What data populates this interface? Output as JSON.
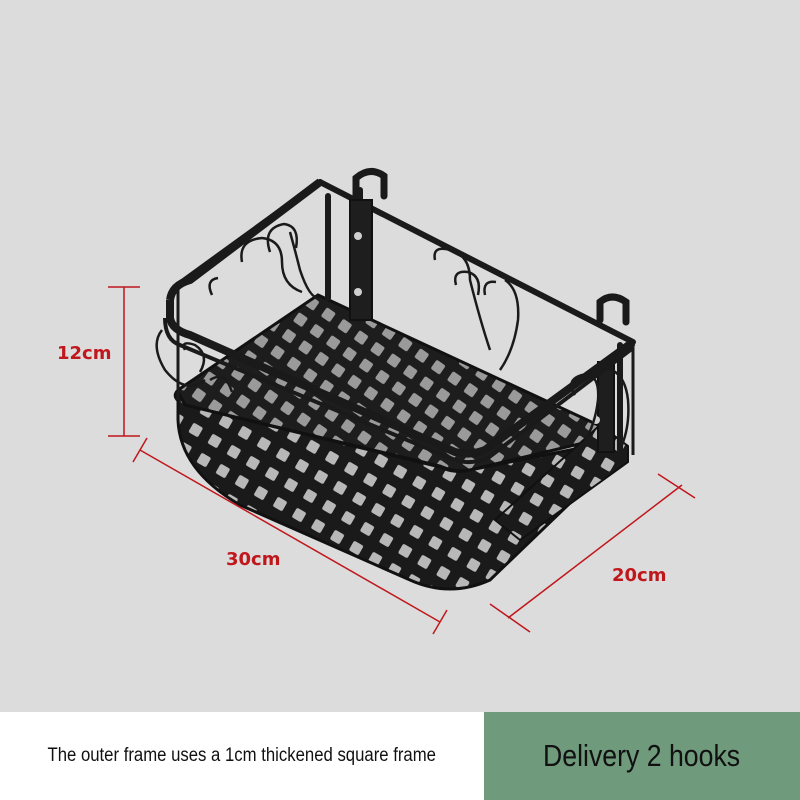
{
  "dimensions": {
    "height_label": "12cm",
    "length_label": "30cm",
    "depth_label": "20cm",
    "color": "#c0171c"
  },
  "product": {
    "name": "wall-mounted-iron-basket",
    "color": "#1a1a1a",
    "icon": "basket-illustration"
  },
  "captions": {
    "left_text": "The outer frame uses a 1cm thickened square frame",
    "right_text": "Delivery 2 hooks",
    "right_bg": "#6f9a7c"
  }
}
